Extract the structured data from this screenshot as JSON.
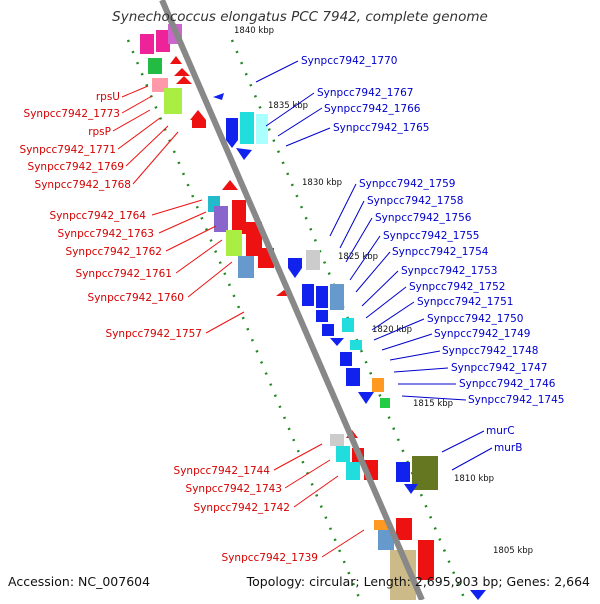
{
  "title": "Synechococcus elongatus PCC 7942, complete genome",
  "footer": {
    "accession": "Accession: NC_007604",
    "summary": "Topology: circular; Length: 2,695,903 bp; Genes: 2,664"
  },
  "scale_labels": [
    "1840 kbp",
    "1835 kbp",
    "1830 kbp",
    "1825 kbp",
    "1820 kbp",
    "1815 kbp",
    "1810 kbp",
    "1805 kbp"
  ],
  "colors": {
    "forward_strand": "#ee1111",
    "reverse_strand": "#1122ee",
    "backbone": "#888888",
    "label_forward": "#d40000",
    "label_reverse": "#0000cc",
    "ticks": "#228822"
  },
  "left_labels": [
    "rpsU",
    "Synpcc7942_1773",
    "rpsP",
    "Synpcc7942_1771",
    "Synpcc7942_1769",
    "Synpcc7942_1768",
    "Synpcc7942_1764",
    "Synpcc7942_1763",
    "Synpcc7942_1762",
    "Synpcc7942_1761",
    "Synpcc7942_1760",
    "Synpcc7942_1757",
    "Synpcc7942_1744",
    "Synpcc7942_1743",
    "Synpcc7942_1742",
    "Synpcc7942_1739"
  ],
  "right_labels": [
    "Synpcc7942_1770",
    "Synpcc7942_1767",
    "Synpcc7942_1766",
    "Synpcc7942_1765",
    "Synpcc7942_1759",
    "Synpcc7942_1758",
    "Synpcc7942_1756",
    "Synpcc7942_1755",
    "Synpcc7942_1754",
    "Synpcc7942_1753",
    "Synpcc7942_1752",
    "Synpcc7942_1751",
    "Synpcc7942_1750",
    "Synpcc7942_1749",
    "Synpcc7942_1748",
    "Synpcc7942_1747",
    "Synpcc7942_1746",
    "Synpcc7942_1745",
    "murC",
    "murB"
  ]
}
